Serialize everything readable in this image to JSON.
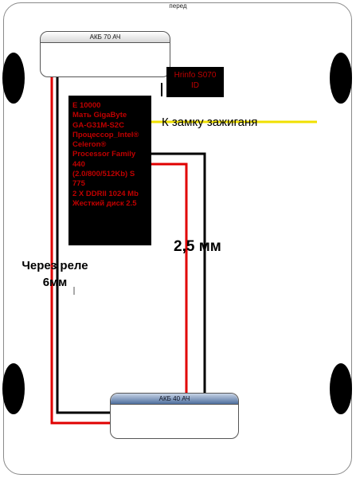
{
  "front_label": "перед",
  "battery_top": {
    "label": "АКБ 70 АЧ"
  },
  "battery_bottom": {
    "label": "АКБ 40 АЧ"
  },
  "gps_module": {
    "text": "Hrinfo S070\nID"
  },
  "pc_box": {
    "text": "E 10000\nМать GigaByte\nGA-G31M-S2C\nПроцессор_Intel®\nCeleron®\nProcessor Family\n440\n (2.0/800/512Kb) S\n775\n2 X DDRII 1024 Mb\nЖесткий диск 2.5"
  },
  "ignition_label": "К замку зажиганя",
  "wire_gauge_label": "2,5 мм",
  "relay_label": "Через реле\n6мм",
  "colors": {
    "wire_positive": "#e00000",
    "wire_negative": "#000000",
    "wire_ignition": "#f0e000",
    "text_red": "#c00000"
  },
  "icons": [
    "wheel-icon",
    "battery-icon"
  ]
}
